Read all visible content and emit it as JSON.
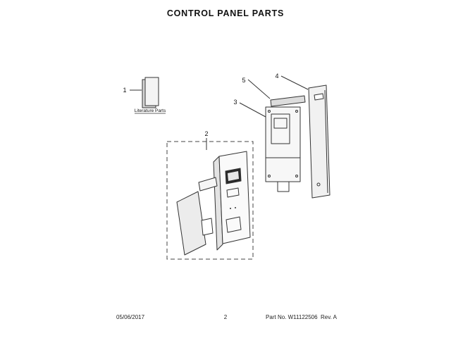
{
  "page": {
    "title": "CONTROL PANEL PARTS",
    "footer": {
      "date": "05/06/2017",
      "page_number": "2",
      "part_info": "Part No. W11122506  Rev. A"
    }
  },
  "diagram": {
    "literature_label": "Literature Parts",
    "callouts": {
      "c1": "1",
      "c2": "2",
      "c3": "3",
      "c4": "4",
      "c5": "5"
    }
  }
}
